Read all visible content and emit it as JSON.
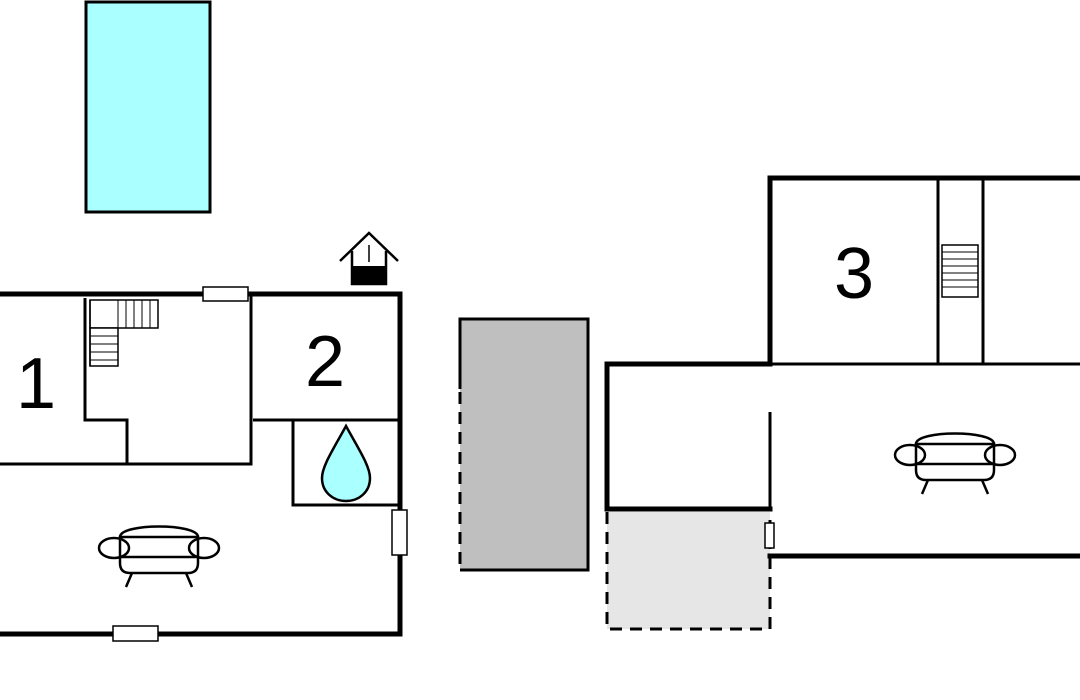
{
  "rooms": [
    {
      "number": "1"
    },
    {
      "number": "2"
    },
    {
      "number": "3"
    }
  ],
  "colors": {
    "pool": "#aaffff",
    "terrace": "#bfbfbf",
    "patio": "#e6e6e6",
    "wall": "#000000",
    "water": "#aaffff"
  },
  "icons": [
    "pool",
    "well-icon",
    "stairs-icon",
    "water-drop-icon",
    "sofa-icon",
    "window-icon",
    "door-icon"
  ]
}
